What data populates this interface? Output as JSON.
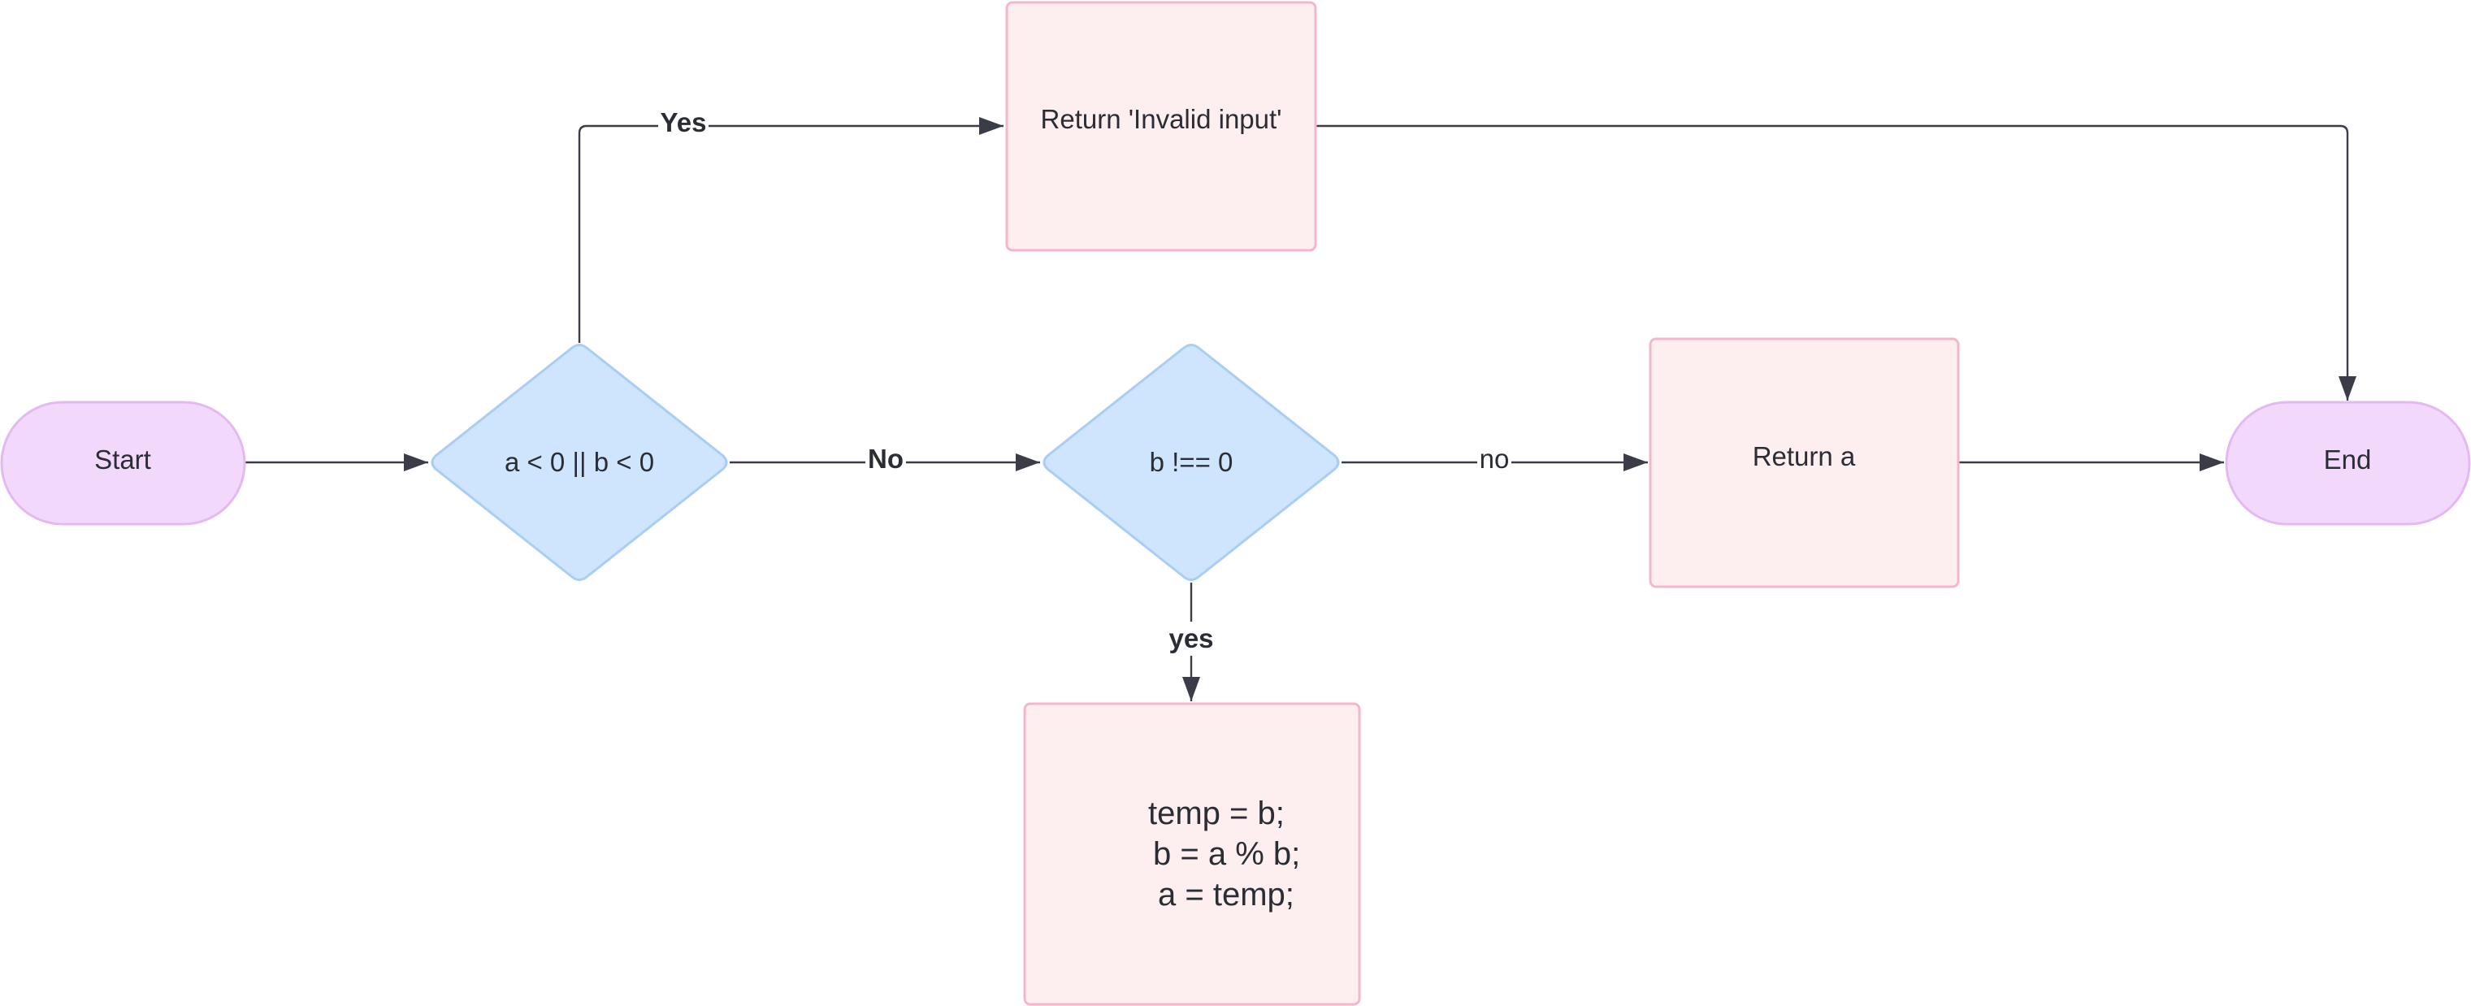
{
  "colors": {
    "terminal_fill": "#f2d9fb",
    "terminal_stroke": "#e4b9f3",
    "decision_fill": "#cfe4fd",
    "decision_stroke": "#a9cdf4",
    "process_fill": "#fdeeef",
    "process_stroke": "#f4b6cc",
    "edge": "#3a3d47",
    "text": "#2b2d35"
  },
  "nodes": {
    "start": {
      "label": "Start",
      "shape": "terminal"
    },
    "condition_negative": {
      "label": "a < 0 || b < 0",
      "shape": "decision"
    },
    "return_invalid": {
      "label": "Return 'Invalid input'",
      "shape": "process"
    },
    "condition_b_nonzero": {
      "label": "b !== 0",
      "shape": "decision"
    },
    "return_a": {
      "label": "Return a",
      "shape": "process"
    },
    "swap_block": {
      "lines": [
        "temp = b;",
        "b = a % b;",
        "a = temp;"
      ],
      "shape": "process"
    },
    "end": {
      "label": "End",
      "shape": "terminal"
    }
  },
  "edges": {
    "start_to_condition": {
      "from": "start",
      "to": "condition_negative",
      "label": ""
    },
    "condition_yes": {
      "from": "condition_negative",
      "to": "return_invalid",
      "label": "Yes"
    },
    "condition_no": {
      "from": "condition_negative",
      "to": "condition_b_nonzero",
      "label": "No"
    },
    "b_nonzero_no": {
      "from": "condition_b_nonzero",
      "to": "return_a",
      "label": "no"
    },
    "b_nonzero_yes": {
      "from": "condition_b_nonzero",
      "to": "swap_block",
      "label": "yes"
    },
    "return_a_to_end": {
      "from": "return_a",
      "to": "end",
      "label": ""
    },
    "invalid_to_end": {
      "from": "return_invalid",
      "to": "end",
      "label": ""
    }
  }
}
